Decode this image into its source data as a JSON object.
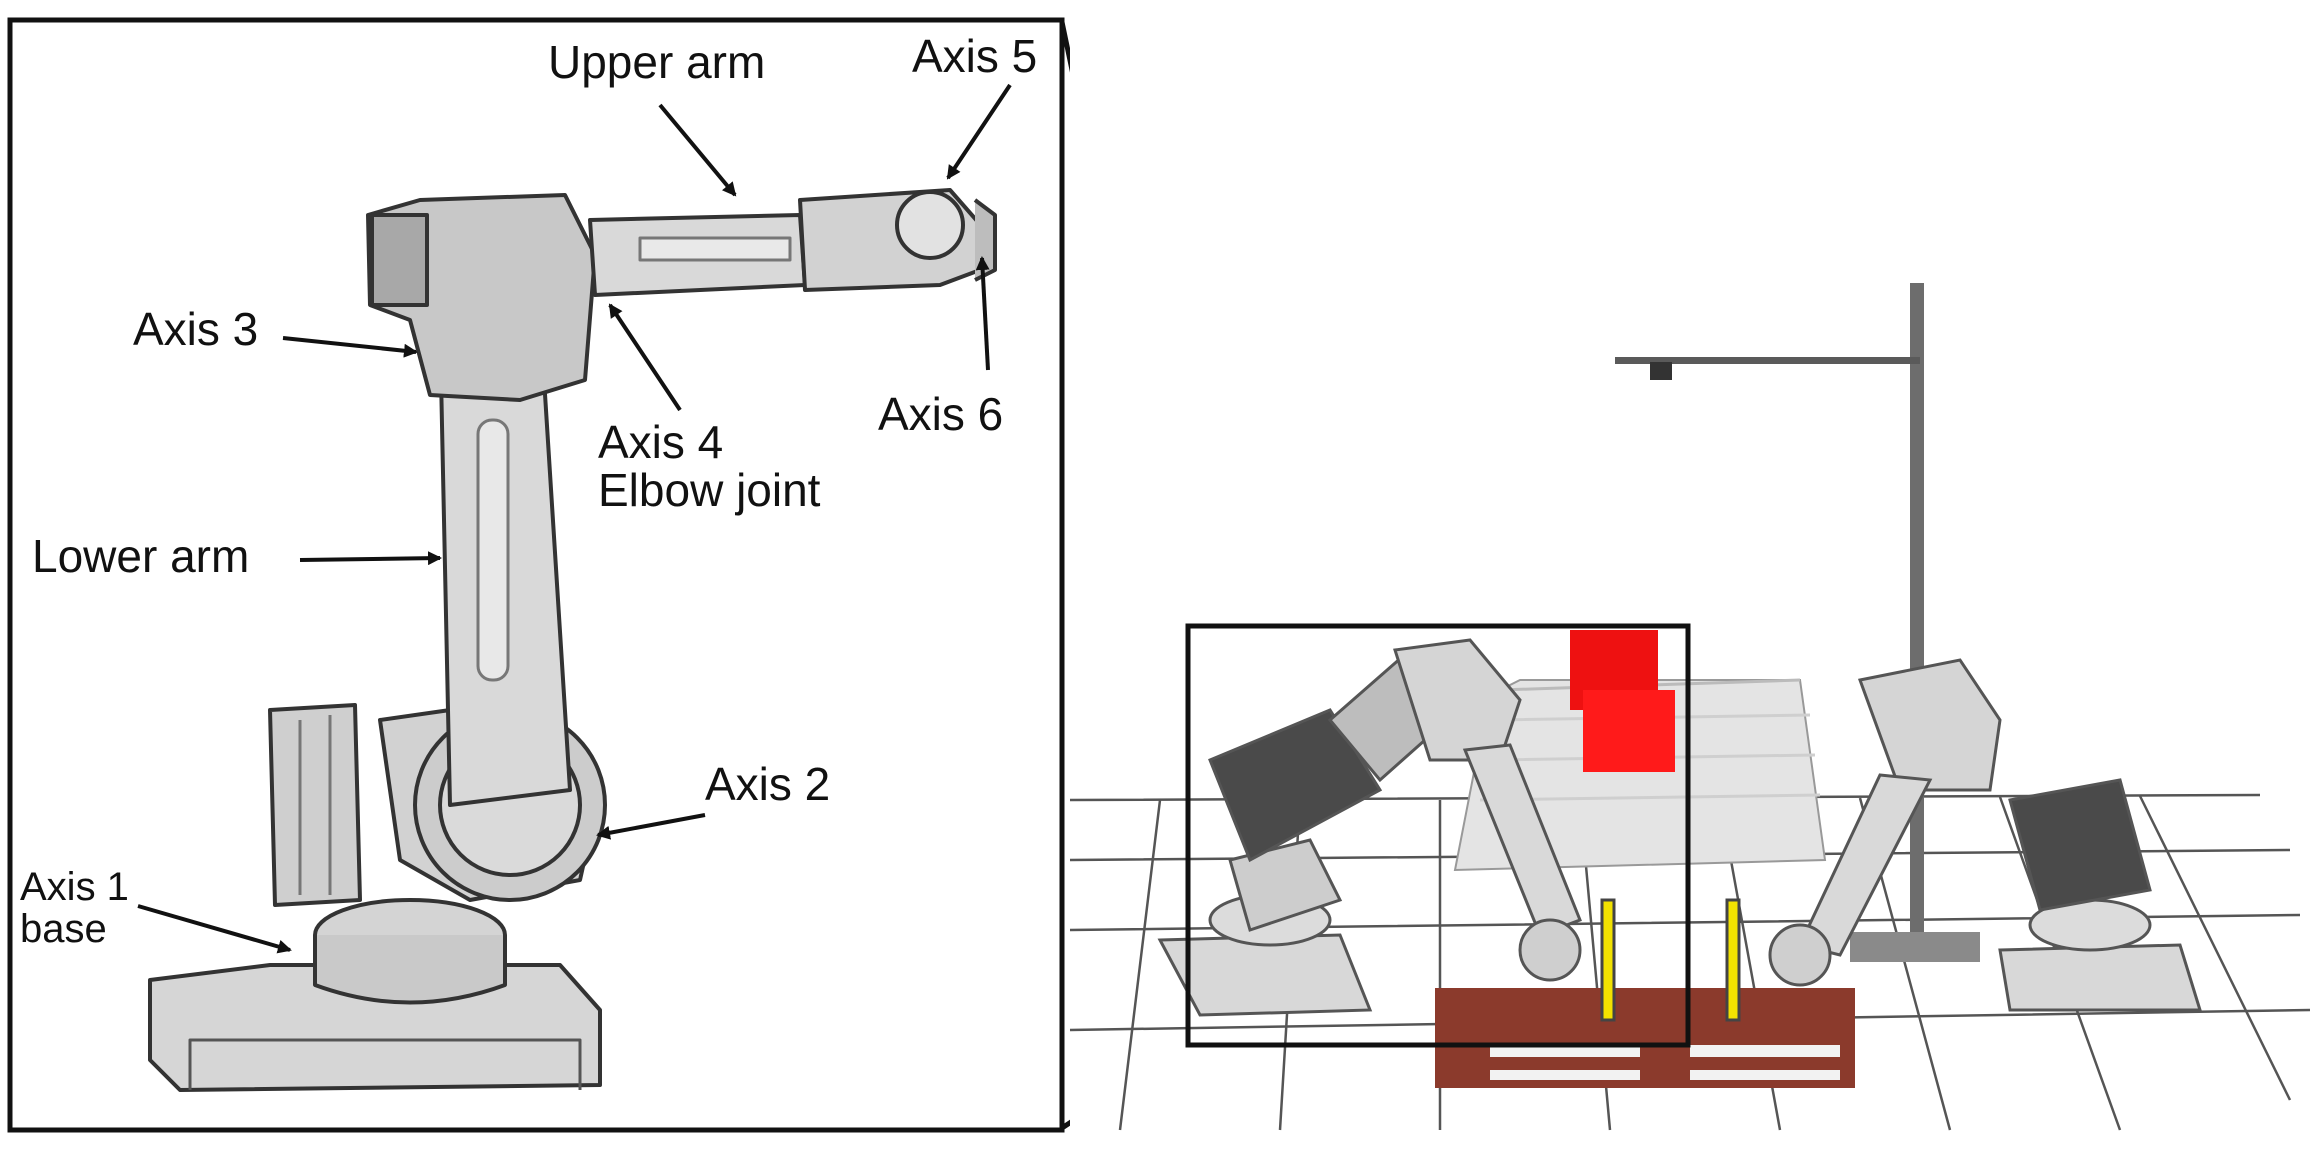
{
  "labels": {
    "upper_arm": "Upper arm",
    "axis5": "Axis 5",
    "axis3": "Axis 3",
    "axis4_line1": "Axis 4",
    "axis4_line2": "Elbow joint",
    "axis6": "Axis 6",
    "lower_arm": "Lower arm",
    "axis2": "Axis 2",
    "axis1_line1": "Axis 1",
    "axis1_line2": "base"
  },
  "colors": {
    "robot_body": "#d9d9d9",
    "robot_shadow": "#a9a9a9",
    "box_red": "#ee1111",
    "pallet_brown": "#8b3a2c",
    "gripper_yellow": "#f2e200",
    "outline": "#111111",
    "floor": "#f3f3f3",
    "conveyor": "#e2e2e2"
  }
}
